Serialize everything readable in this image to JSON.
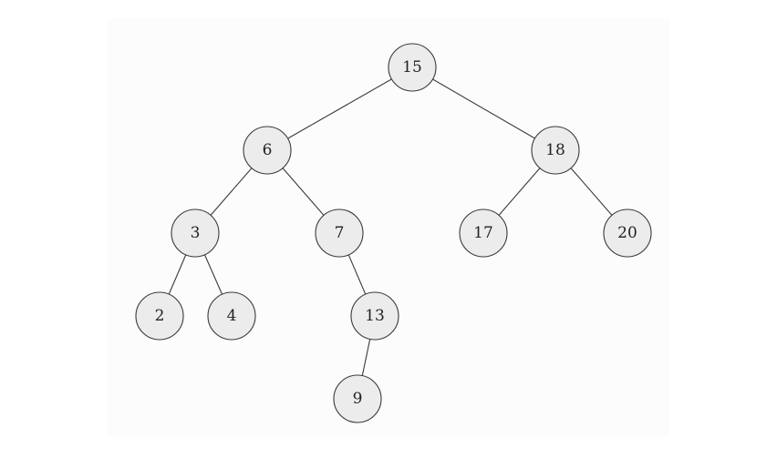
{
  "tree": {
    "nodes": [
      {
        "id": "n15",
        "label": "15"
      },
      {
        "id": "n6",
        "label": "6"
      },
      {
        "id": "n18",
        "label": "18"
      },
      {
        "id": "n3",
        "label": "3"
      },
      {
        "id": "n7",
        "label": "7"
      },
      {
        "id": "n17",
        "label": "17"
      },
      {
        "id": "n20",
        "label": "20"
      },
      {
        "id": "n2",
        "label": "2"
      },
      {
        "id": "n4",
        "label": "4"
      },
      {
        "id": "n13",
        "label": "13"
      },
      {
        "id": "n9",
        "label": "9"
      }
    ],
    "edges": [
      [
        "n15",
        "n6"
      ],
      [
        "n15",
        "n18"
      ],
      [
        "n6",
        "n3"
      ],
      [
        "n6",
        "n7"
      ],
      [
        "n18",
        "n17"
      ],
      [
        "n18",
        "n20"
      ],
      [
        "n3",
        "n2"
      ],
      [
        "n3",
        "n4"
      ],
      [
        "n7",
        "n13"
      ],
      [
        "n13",
        "n9"
      ]
    ]
  },
  "colors": {
    "node_fill": "#ececec",
    "stroke": "#3a3a3a"
  }
}
